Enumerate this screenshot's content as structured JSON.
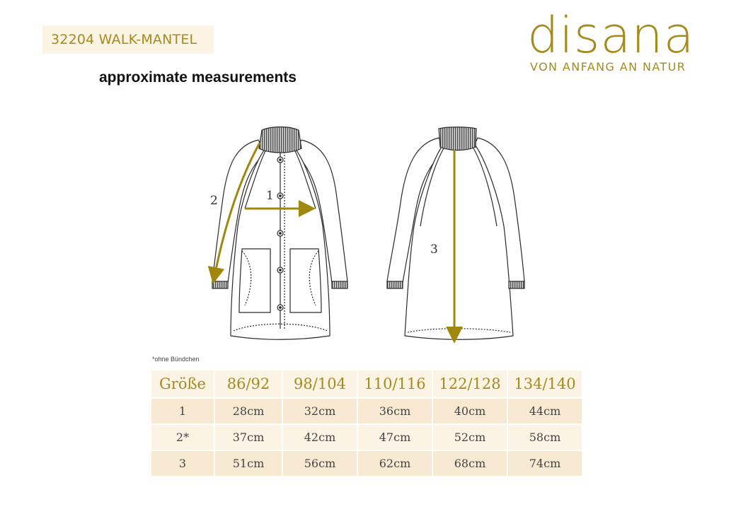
{
  "header": {
    "product_title": "32204 WALK-MANTEL",
    "heading": "approximate measurements"
  },
  "logo": {
    "wordmark": "disana",
    "tagline": "VON ANFANG AN NATUR"
  },
  "illustration": {
    "labels": [
      "1",
      "2",
      "3"
    ]
  },
  "footnote": "*ohne Bündchen",
  "size_table": {
    "columns": [
      "Größe",
      "86/92",
      "98/104",
      "110/116",
      "122/128",
      "134/140"
    ],
    "rows": [
      [
        "1",
        "28cm",
        "32cm",
        "36cm",
        "40cm",
        "44cm"
      ],
      [
        "2*",
        "37cm",
        "42cm",
        "47cm",
        "52cm",
        "58cm"
      ],
      [
        "3",
        "51cm",
        "56cm",
        "62cm",
        "68cm",
        "74cm"
      ]
    ]
  },
  "colors": {
    "accent": "#a58a1d",
    "cell_light": "#fbf3e4",
    "cell_dark": "#f8ead2"
  }
}
